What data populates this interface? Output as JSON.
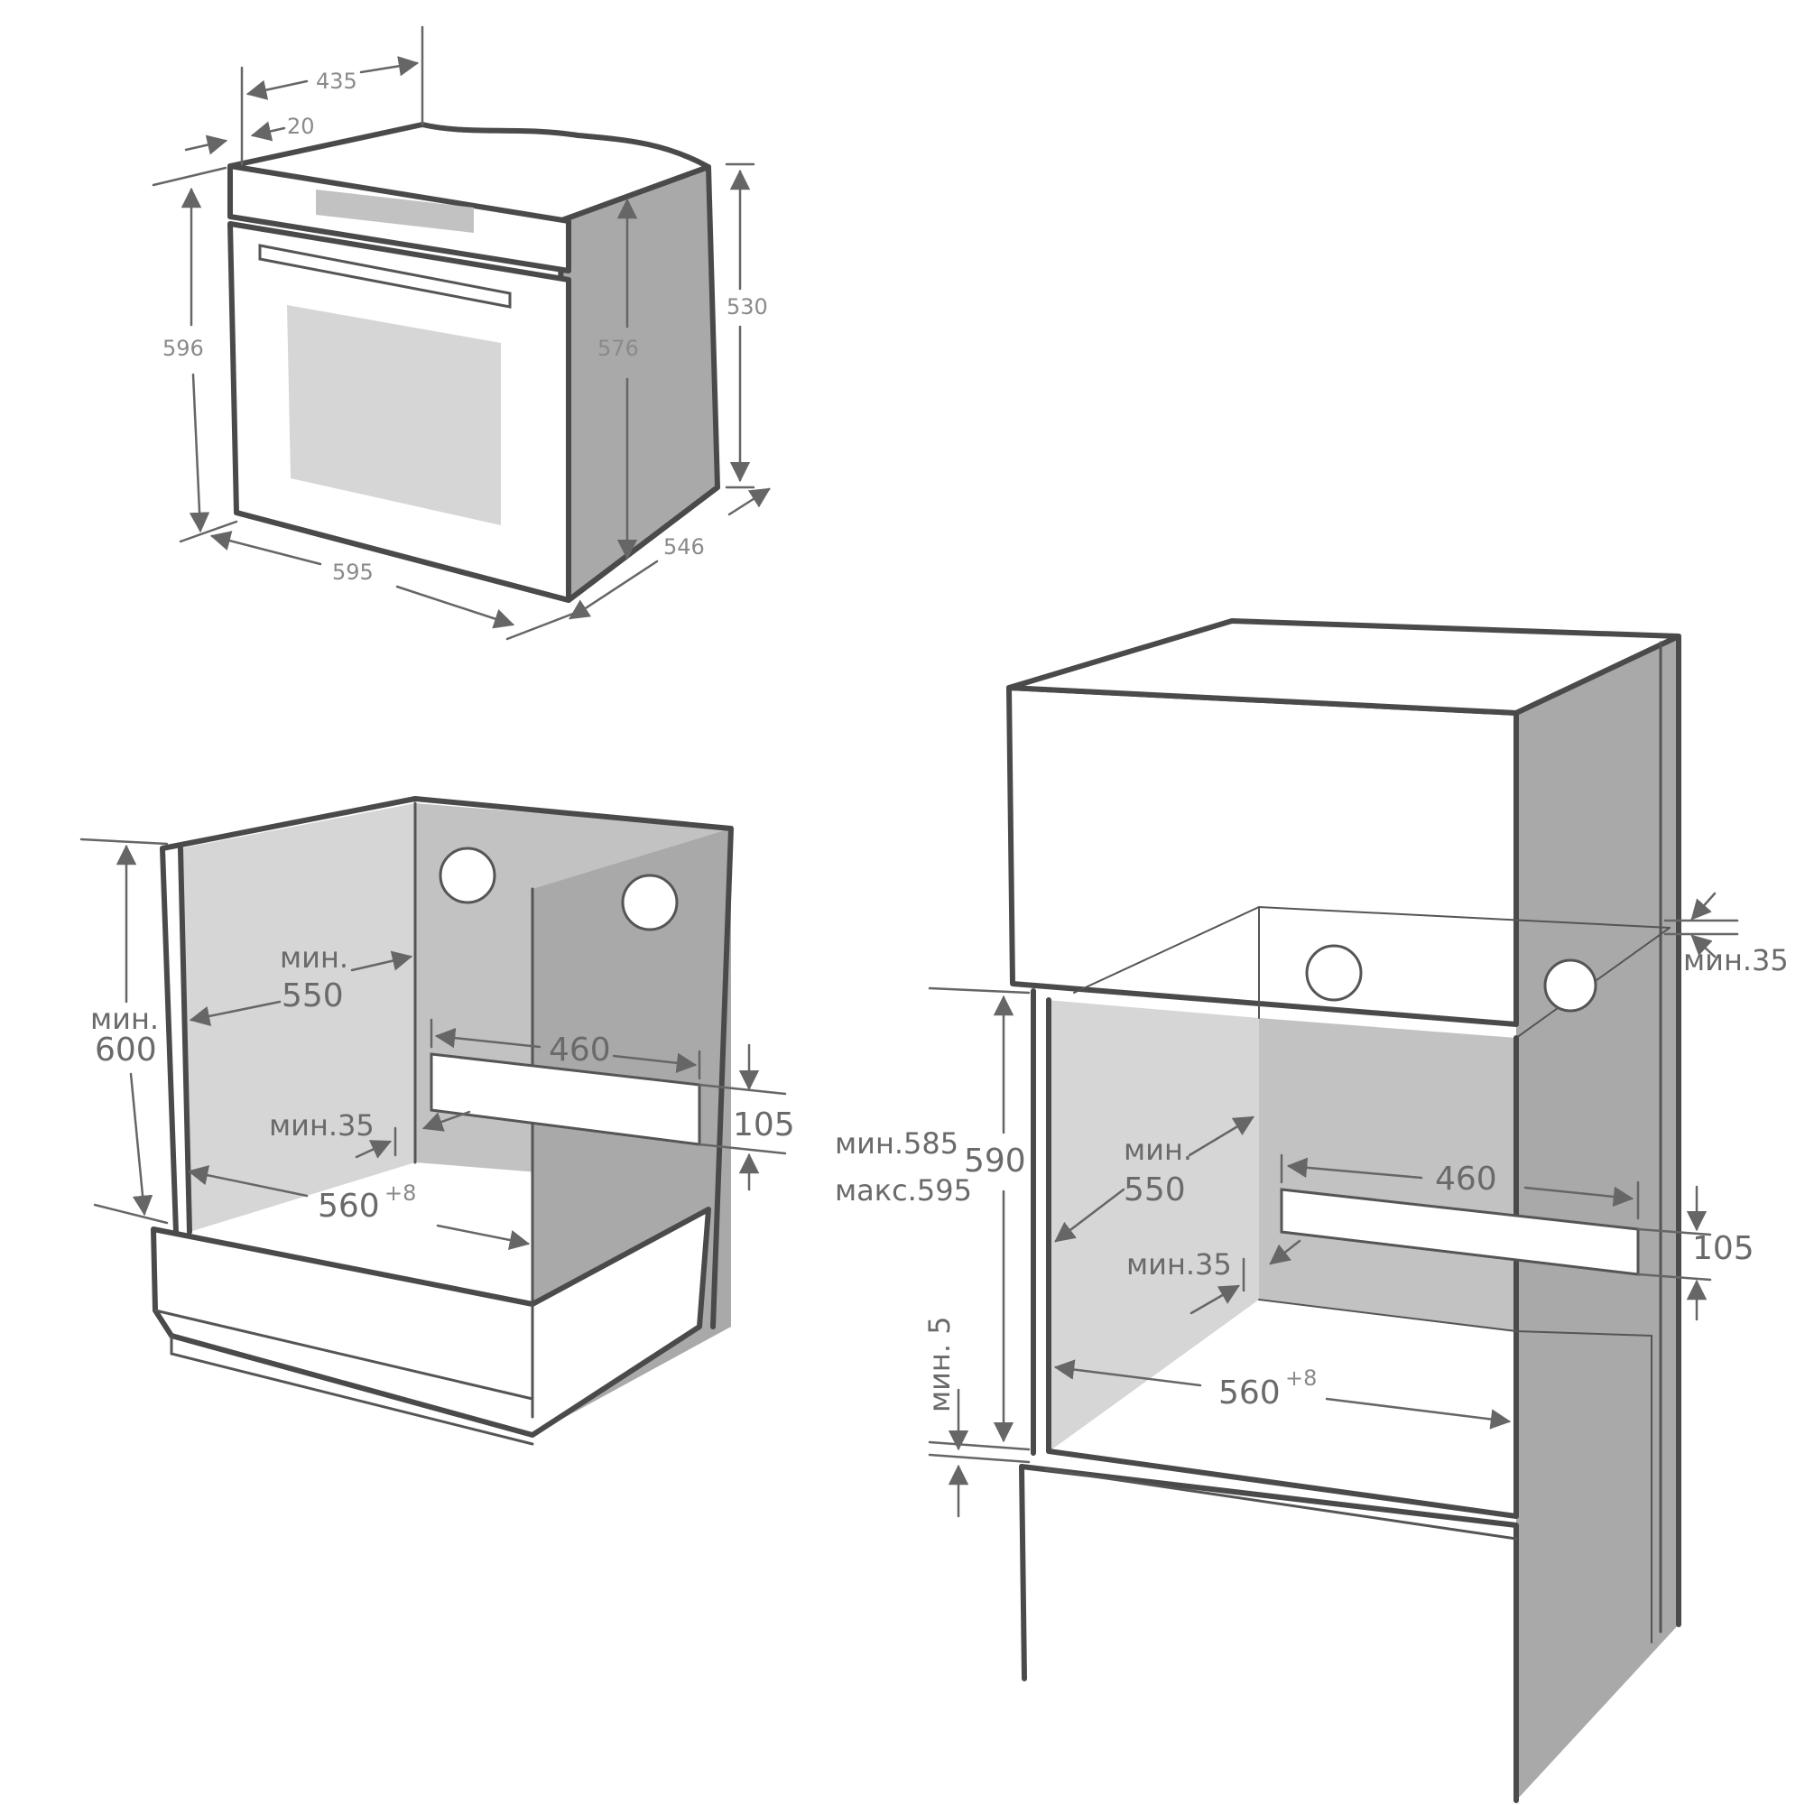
{
  "oven": {
    "depth_total": "435",
    "front_depth": "20",
    "height": "596",
    "body_height": "576",
    "side_height": "530",
    "width": "595",
    "depth": "546"
  },
  "cabinet_under": {
    "min_label": "мин.",
    "height_value": "600",
    "depth_min_label": "мин.",
    "depth_value": "550",
    "vent_width": "460",
    "vent_height": "105",
    "gap_label": "мин.35",
    "width_value": "560",
    "width_tol": "+8"
  },
  "cabinet_column": {
    "top_gap_label": "мин.35",
    "range_min": "мин.585",
    "range_max": "макс.595",
    "niche_height": "590",
    "depth_min_label": "мин.",
    "depth_value": "550",
    "vent_width": "460",
    "vent_height": "105",
    "gap_label": "мин.35",
    "bottom_gap_label": "мин. 5",
    "width_value": "560",
    "width_tol": "+8"
  }
}
